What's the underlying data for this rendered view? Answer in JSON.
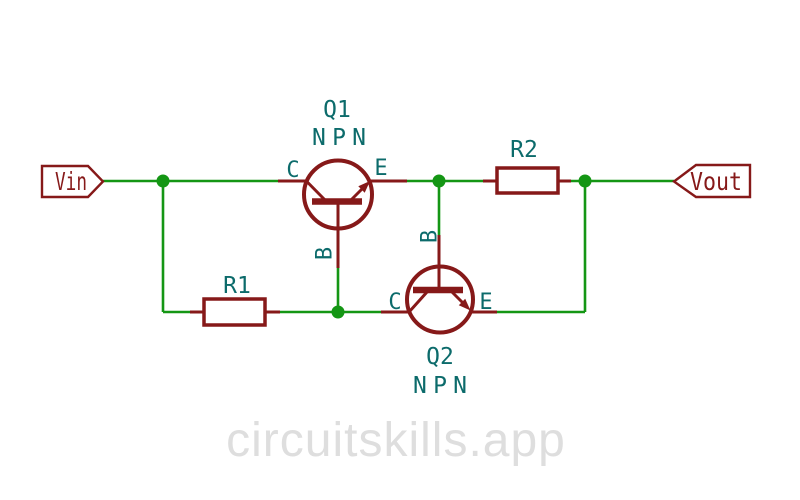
{
  "theme": {
    "background": "#ffffff",
    "wire_green": "#149614",
    "symbol_red": "#861919",
    "label_teal": "#0c6b6b",
    "watermark_gray": "#dedede"
  },
  "net_labels": {
    "vin": "Vin",
    "vout": "Vout"
  },
  "components": {
    "q1": {
      "ref": "Q1",
      "value": "NPN",
      "pin_c": "C",
      "pin_b": "B",
      "pin_e": "E"
    },
    "q2": {
      "ref": "Q2",
      "value": "NPN",
      "pin_c": "C",
      "pin_b": "B",
      "pin_e": "E"
    },
    "r1": {
      "ref": "R1"
    },
    "r2": {
      "ref": "R2"
    }
  },
  "watermark": {
    "text": "circuitskills.app"
  }
}
